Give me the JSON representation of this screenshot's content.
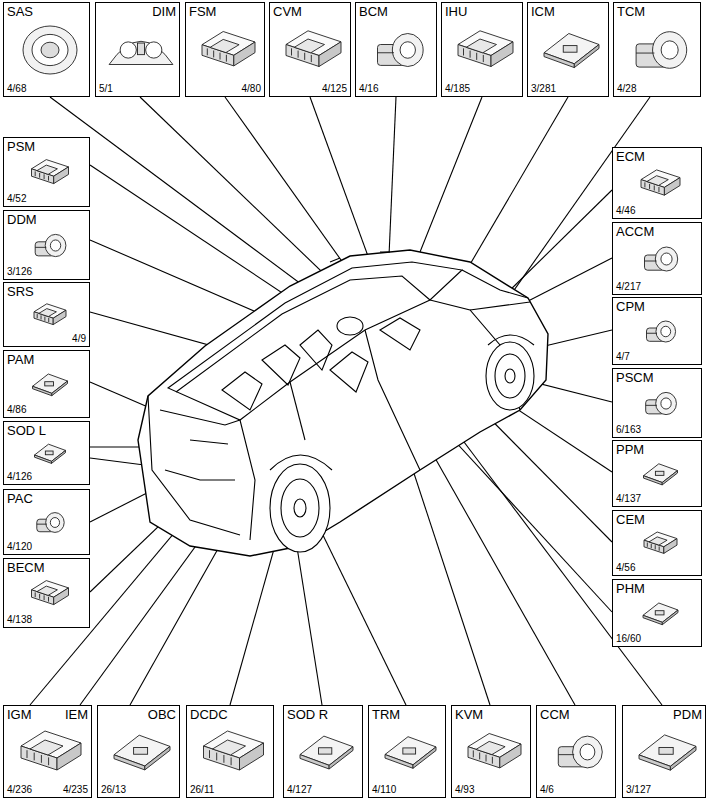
{
  "diagram": {
    "nodes": [
      {
        "text": [
          "SAS",
          "4/68"
        ]
      },
      {
        "text": [
          "DIM",
          "5/1"
        ]
      },
      {
        "text": [
          "FSM",
          "4/80"
        ]
      },
      {
        "text": [
          "CVM",
          "4/125"
        ]
      },
      {
        "text": [
          "BCM",
          "4/16"
        ]
      },
      {
        "text": [
          "IHU",
          "4/185"
        ]
      },
      {
        "text": [
          "ICM",
          "3/281"
        ]
      },
      {
        "text": [
          "TCM",
          "4/28"
        ]
      },
      {
        "text": [
          "PSM",
          "4/52"
        ]
      },
      {
        "text": [
          "DDM",
          "3/126"
        ]
      },
      {
        "text": [
          "SRS",
          "4/9"
        ]
      },
      {
        "text": [
          "PAM",
          "4/86"
        ]
      },
      {
        "text": [
          "SOD L",
          "4/126"
        ]
      },
      {
        "text": [
          "PAC",
          "4/120"
        ]
      },
      {
        "text": [
          "BECM",
          "4/138"
        ]
      },
      {
        "text": [
          "ECM",
          "4/46"
        ]
      },
      {
        "text": [
          "ACCM",
          "4/217"
        ]
      },
      {
        "text": [
          "CPM",
          "4/7"
        ]
      },
      {
        "text": [
          "PSCM",
          "6/163"
        ]
      },
      {
        "text": [
          "PPM",
          "4/137"
        ]
      },
      {
        "text": [
          "CEM",
          "4/56"
        ]
      },
      {
        "text": [
          "PHM",
          "16/60"
        ]
      },
      {
        "text": [
          "IGM",
          "IEM",
          "4/236",
          "4/235"
        ]
      },
      {
        "text": [
          "OBC",
          "26/13"
        ]
      },
      {
        "text": [
          "DCDC",
          "26/11"
        ]
      },
      {
        "text": [
          "SOD R",
          "4/127"
        ]
      },
      {
        "text": [
          "TRM",
          "4/110"
        ]
      },
      {
        "text": [
          "KVM",
          "4/93"
        ]
      },
      {
        "text": [
          "CCM",
          "4/6"
        ]
      },
      {
        "text": [
          "PDM",
          "3/127"
        ]
      }
    ]
  }
}
